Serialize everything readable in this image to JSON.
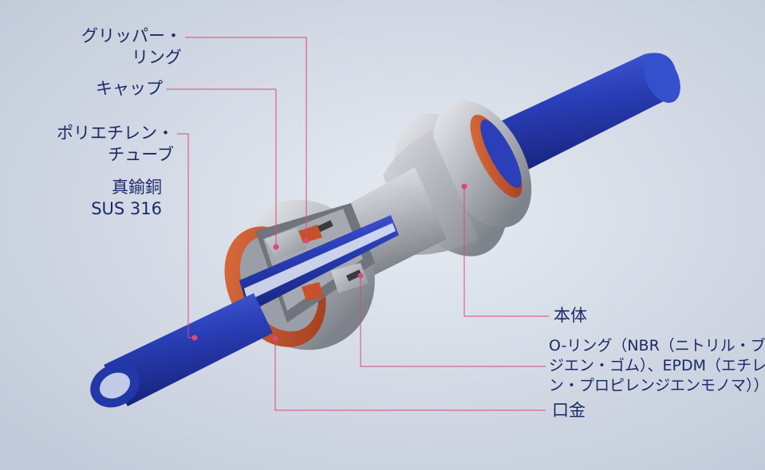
{
  "labels": {
    "gripper_ring": {
      "line1": "グリッパー・",
      "line2": "リング"
    },
    "cap": "キャップ",
    "tube": {
      "line1": "ポリエチレン・",
      "line2": "チューブ"
    },
    "material": {
      "line1": "真鍮銅",
      "line2": "SUS 316"
    },
    "body": "本体",
    "oring": {
      "line1": "O-リング（NBR（ニトリル・ブタ",
      "line2": "ジエン・ゴム）、EPDM（エチレ",
      "line3": "ン・プロピレンジエンモノマ））"
    },
    "collet": "口金"
  },
  "colors": {
    "background": "#cdd5e2",
    "tube_blue": "#2a3fb8",
    "body_grey": "#b9bcc2",
    "seal_orange": "#c8502a",
    "leader_pink": "#d84a78",
    "label_text": "#1a2a66"
  }
}
